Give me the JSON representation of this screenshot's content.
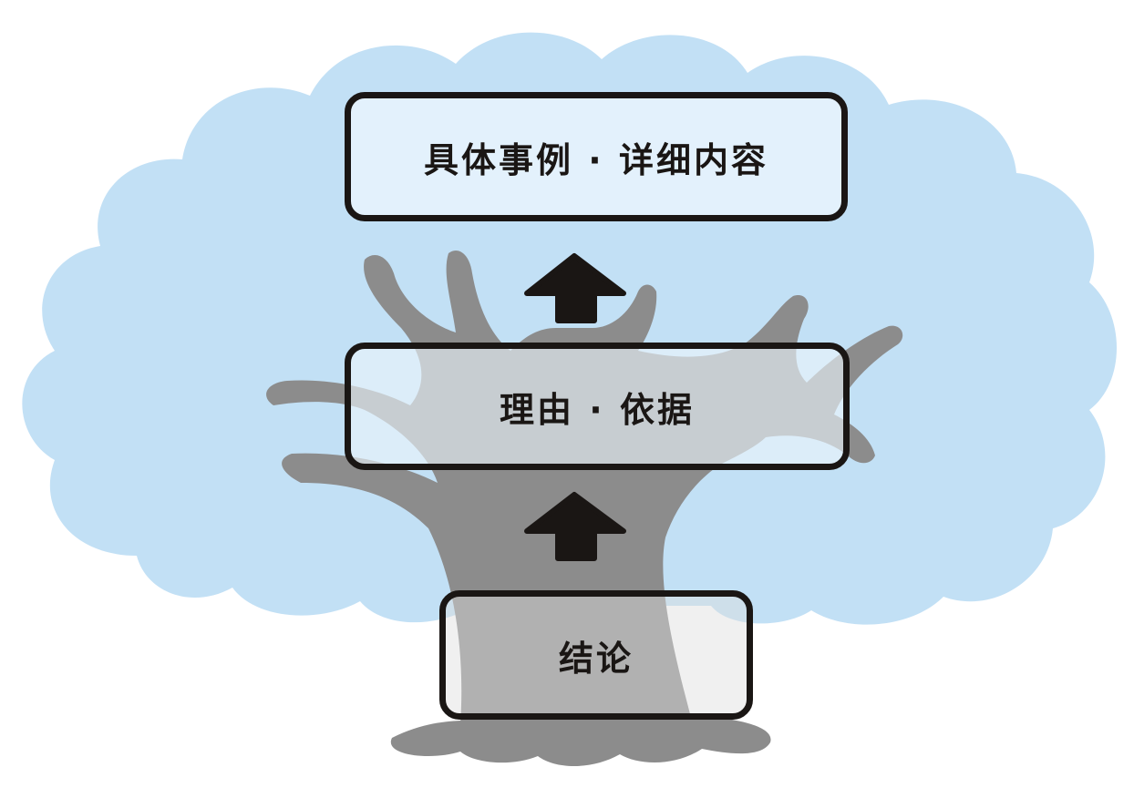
{
  "diagram": {
    "levels": [
      {
        "id": "top",
        "label": "具体事例 · 详细内容"
      },
      {
        "id": "middle",
        "label": "理由 · 依据"
      },
      {
        "id": "bottom",
        "label": "结论"
      }
    ],
    "colors": {
      "cloud": "#c2e0f5",
      "tree": "#8c8c8c",
      "outline": "#1a1614",
      "arrow": "#1a1614"
    }
  }
}
